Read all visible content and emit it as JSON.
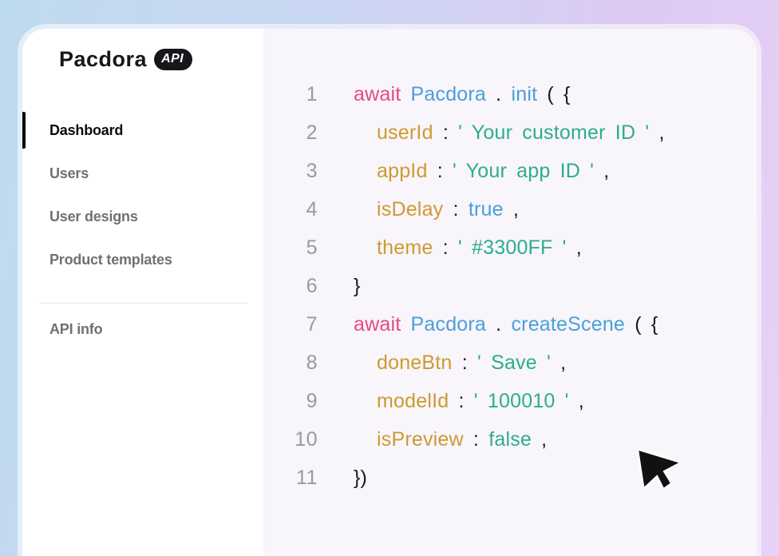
{
  "sidebar": {
    "logo_text": "Pacdora",
    "logo_badge": "API",
    "items": [
      {
        "label": "Dashboard",
        "active": true
      },
      {
        "label": "Users",
        "active": false
      },
      {
        "label": "User designs",
        "active": false
      },
      {
        "label": "Product templates",
        "active": false
      }
    ],
    "secondary_items": [
      {
        "label": "API info",
        "active": false
      }
    ]
  },
  "code_editor": {
    "colors": {
      "keyword": "#E8497F",
      "function": "#4AA0D8",
      "property": "#CE9A30",
      "string": "#2CAD8E",
      "punctuation": "#1A1A1F",
      "line_number": "#989AA1"
    },
    "lines": [
      {
        "no": "1",
        "indent": 0,
        "tokens": [
          {
            "t": "await ",
            "c": "keyword"
          },
          {
            "t": "Pacdora",
            "c": "function"
          },
          {
            "t": " . ",
            "c": "punctuation"
          },
          {
            "t": "init",
            "c": "function"
          },
          {
            "t": " ( {",
            "c": "punctuation"
          }
        ]
      },
      {
        "no": "2",
        "indent": 1,
        "tokens": [
          {
            "t": "userId",
            "c": "property"
          },
          {
            "t": " : ",
            "c": "punctuation"
          },
          {
            "t": "' Your customer ID '",
            "c": "string"
          },
          {
            "t": " ,",
            "c": "punctuation"
          }
        ]
      },
      {
        "no": "3",
        "indent": 1,
        "tokens": [
          {
            "t": "appId",
            "c": "property"
          },
          {
            "t": " : ",
            "c": "punctuation"
          },
          {
            "t": "' Your app ID '",
            "c": "string"
          },
          {
            "t": " ,",
            "c": "punctuation"
          }
        ]
      },
      {
        "no": "4",
        "indent": 1,
        "tokens": [
          {
            "t": "isDelay",
            "c": "property"
          },
          {
            "t": " : ",
            "c": "punctuation"
          },
          {
            "t": "true",
            "c": "function"
          },
          {
            "t": " ,",
            "c": "punctuation"
          }
        ]
      },
      {
        "no": "5",
        "indent": 1,
        "tokens": [
          {
            "t": "theme",
            "c": "property"
          },
          {
            "t": " : ",
            "c": "punctuation"
          },
          {
            "t": "' #3300FF '",
            "c": "string"
          },
          {
            "t": " ,",
            "c": "punctuation"
          }
        ]
      },
      {
        "no": "6",
        "indent": 0,
        "tokens": [
          {
            "t": "}",
            "c": "punctuation"
          }
        ]
      },
      {
        "no": "7",
        "indent": 0,
        "tokens": [
          {
            "t": "await ",
            "c": "keyword"
          },
          {
            "t": "Pacdora",
            "c": "function"
          },
          {
            "t": " . ",
            "c": "punctuation"
          },
          {
            "t": "createScene",
            "c": "function"
          },
          {
            "t": " ( {",
            "c": "punctuation"
          }
        ]
      },
      {
        "no": "8",
        "indent": 1,
        "tokens": [
          {
            "t": "doneBtn",
            "c": "property"
          },
          {
            "t": " : ",
            "c": "punctuation"
          },
          {
            "t": "' Save '",
            "c": "string"
          },
          {
            "t": " ,",
            "c": "punctuation"
          }
        ]
      },
      {
        "no": "9",
        "indent": 1,
        "tokens": [
          {
            "t": "modelId",
            "c": "property"
          },
          {
            "t": " : ",
            "c": "punctuation"
          },
          {
            "t": "' 100010 '",
            "c": "string"
          },
          {
            "t": " ,",
            "c": "punctuation"
          }
        ]
      },
      {
        "no": "10",
        "indent": 1,
        "tokens": [
          {
            "t": "isPreview",
            "c": "property"
          },
          {
            "t": " : ",
            "c": "punctuation"
          },
          {
            "t": "false",
            "c": "string"
          },
          {
            "t": " ,",
            "c": "punctuation"
          }
        ]
      },
      {
        "no": "11",
        "indent": 0,
        "tokens": [
          {
            "t": "})",
            "c": "punctuation"
          }
        ]
      }
    ]
  },
  "cursor": {
    "icon": "arrow-pointer",
    "fill": "#111111",
    "outline": "#FFFFFF"
  },
  "theme_colors": {
    "background_gradient": [
      "#BEDAEE",
      "#CAD7F2",
      "#DEC9F3",
      "#E6D3F7"
    ],
    "sidebar_bg": "#FFFFFF",
    "code_bg": "#F8F5FB",
    "active_text": "#0D0D10",
    "inactive_text": "#707076"
  }
}
